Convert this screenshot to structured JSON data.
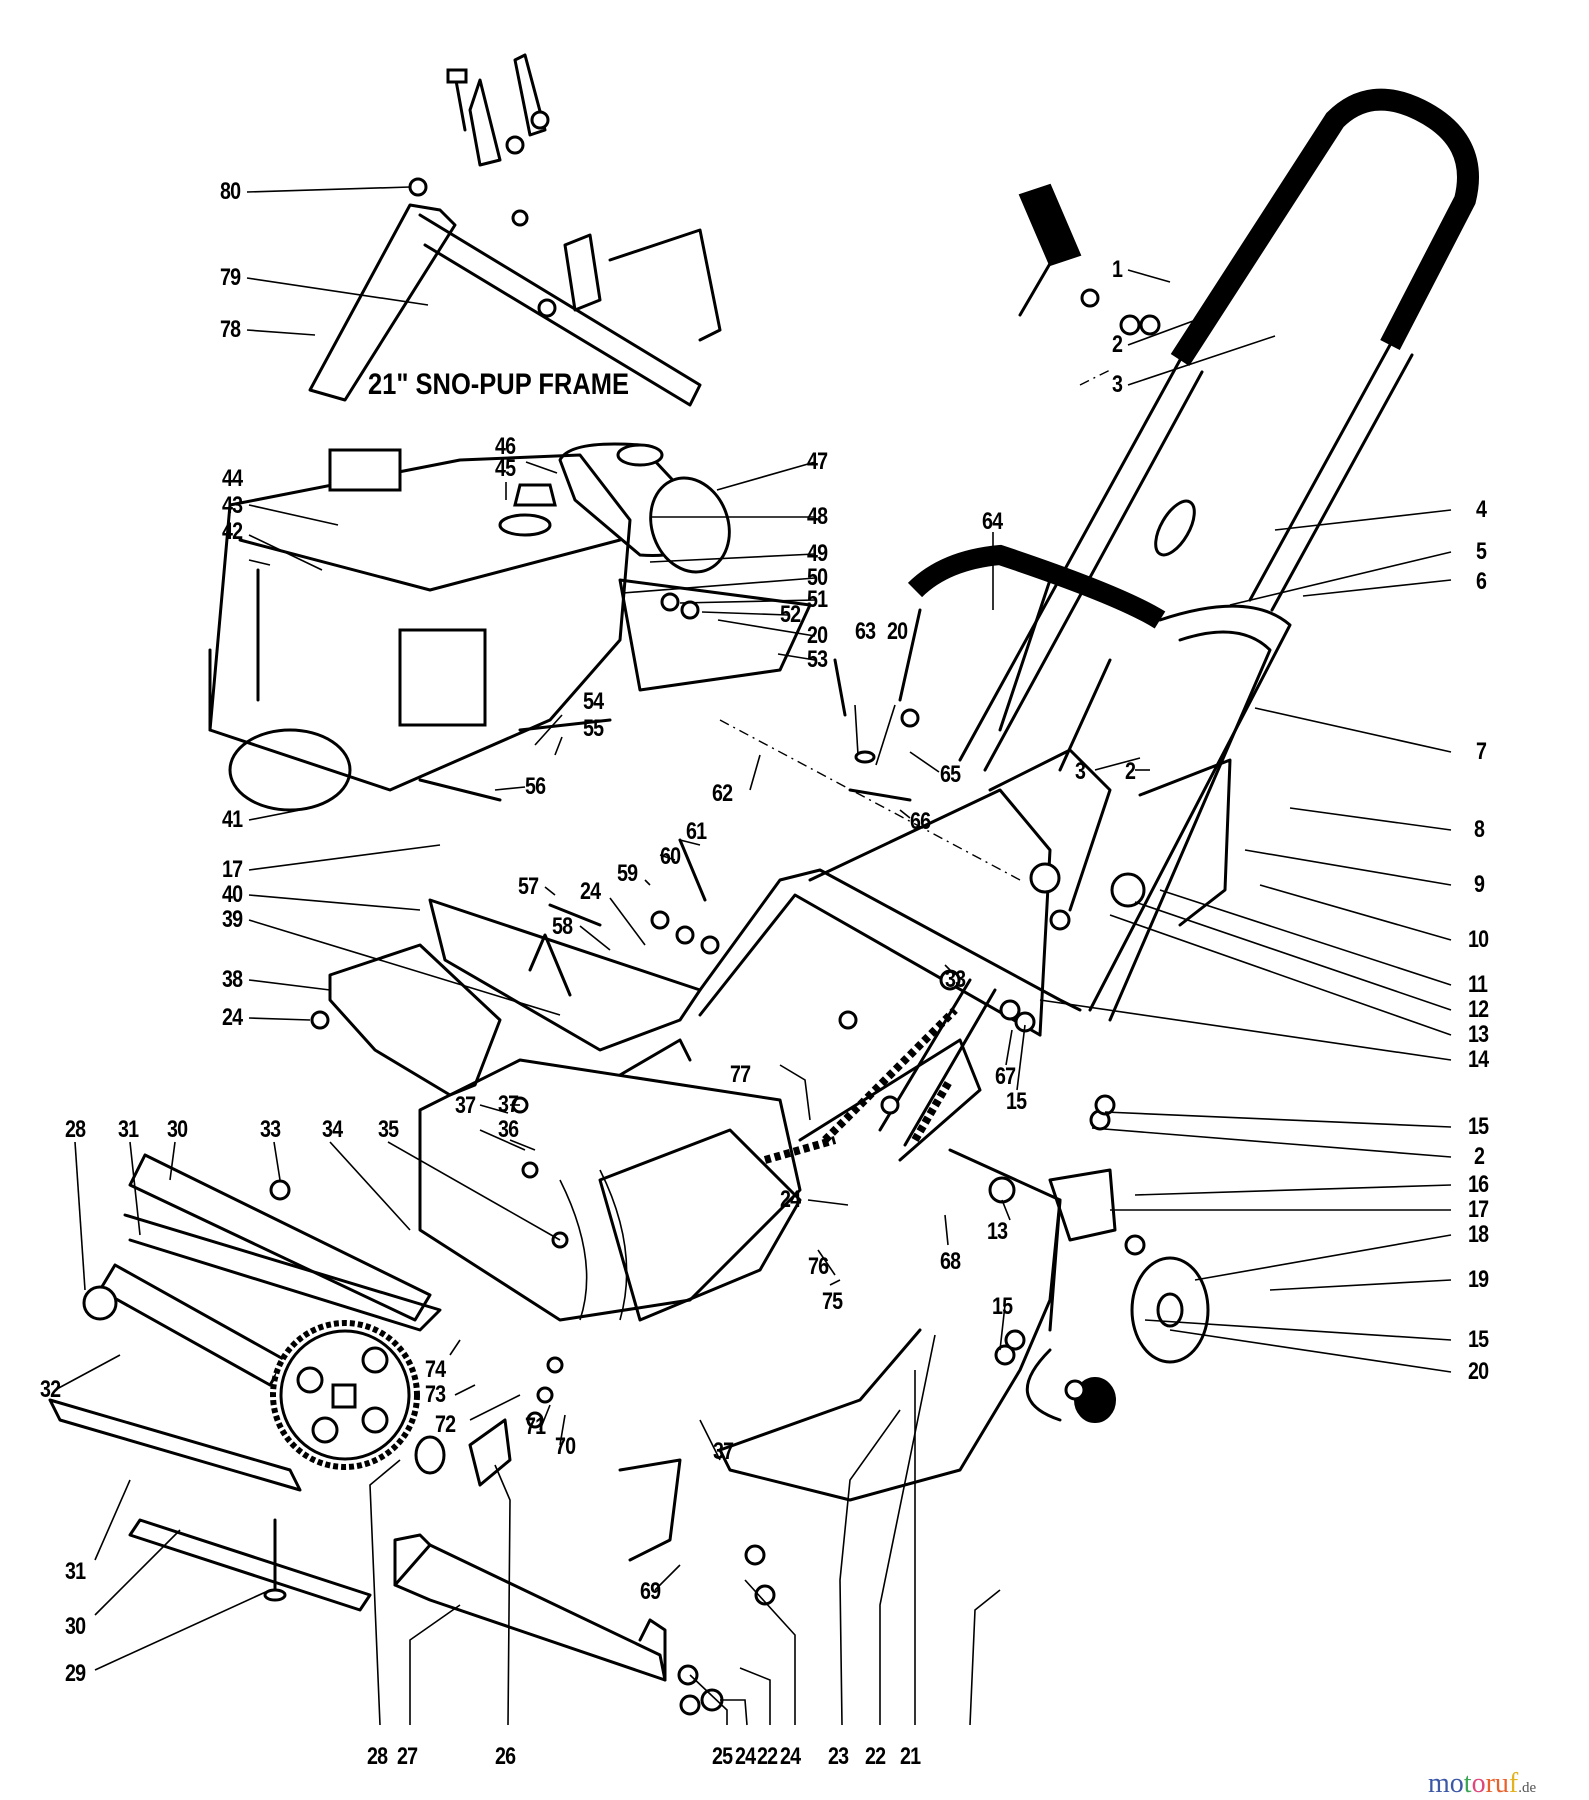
{
  "diagram": {
    "title": "21\" SNO-PUP FRAME",
    "labels": [
      {
        "id": "80",
        "text": "80"
      },
      {
        "id": "79",
        "text": "79"
      },
      {
        "id": "78",
        "text": "78"
      },
      {
        "id": "1",
        "text": "1"
      },
      {
        "id": "2a",
        "text": "2"
      },
      {
        "id": "3a",
        "text": "3"
      },
      {
        "id": "46",
        "text": "46"
      },
      {
        "id": "45",
        "text": "45"
      },
      {
        "id": "47",
        "text": "47"
      },
      {
        "id": "48",
        "text": "48"
      },
      {
        "id": "49",
        "text": "49"
      },
      {
        "id": "50",
        "text": "50"
      },
      {
        "id": "51",
        "text": "51"
      },
      {
        "id": "52",
        "text": "52"
      },
      {
        "id": "20a",
        "text": "20"
      },
      {
        "id": "53",
        "text": "53"
      },
      {
        "id": "44",
        "text": "44"
      },
      {
        "id": "43",
        "text": "43"
      },
      {
        "id": "42",
        "text": "42"
      },
      {
        "id": "4",
        "text": "4"
      },
      {
        "id": "5",
        "text": "5"
      },
      {
        "id": "6",
        "text": "6"
      },
      {
        "id": "64",
        "text": "64"
      },
      {
        "id": "63",
        "text": "63"
      },
      {
        "id": "20b",
        "text": "20"
      },
      {
        "id": "54",
        "text": "54"
      },
      {
        "id": "55",
        "text": "55"
      },
      {
        "id": "56",
        "text": "56"
      },
      {
        "id": "3b",
        "text": "3"
      },
      {
        "id": "2b",
        "text": "2"
      },
      {
        "id": "7",
        "text": "7"
      },
      {
        "id": "65",
        "text": "65"
      },
      {
        "id": "66",
        "text": "66"
      },
      {
        "id": "41",
        "text": "41"
      },
      {
        "id": "17a",
        "text": "17"
      },
      {
        "id": "62",
        "text": "62"
      },
      {
        "id": "61",
        "text": "61"
      },
      {
        "id": "60",
        "text": "60"
      },
      {
        "id": "59",
        "text": "59"
      },
      {
        "id": "57",
        "text": "57"
      },
      {
        "id": "24a",
        "text": "24"
      },
      {
        "id": "58",
        "text": "58"
      },
      {
        "id": "40",
        "text": "40"
      },
      {
        "id": "39",
        "text": "39"
      },
      {
        "id": "38",
        "text": "38"
      },
      {
        "id": "24b",
        "text": "24"
      },
      {
        "id": "8",
        "text": "8"
      },
      {
        "id": "9",
        "text": "9"
      },
      {
        "id": "10",
        "text": "10"
      },
      {
        "id": "11",
        "text": "11"
      },
      {
        "id": "12",
        "text": "12"
      },
      {
        "id": "13a",
        "text": "13"
      },
      {
        "id": "14",
        "text": "14"
      },
      {
        "id": "33a",
        "text": "33"
      },
      {
        "id": "67",
        "text": "67"
      },
      {
        "id": "15a",
        "text": "15"
      },
      {
        "id": "15b",
        "text": "15"
      },
      {
        "id": "2c",
        "text": "2"
      },
      {
        "id": "16",
        "text": "16"
      },
      {
        "id": "17b",
        "text": "17"
      },
      {
        "id": "18",
        "text": "18"
      },
      {
        "id": "19",
        "text": "19"
      },
      {
        "id": "15c",
        "text": "15"
      },
      {
        "id": "20c",
        "text": "20"
      },
      {
        "id": "77",
        "text": "77"
      },
      {
        "id": "37a",
        "text": "37"
      },
      {
        "id": "36",
        "text": "36"
      },
      {
        "id": "24c",
        "text": "24"
      },
      {
        "id": "13b",
        "text": "13"
      },
      {
        "id": "76",
        "text": "76"
      },
      {
        "id": "75",
        "text": "75"
      },
      {
        "id": "68",
        "text": "68"
      },
      {
        "id": "15d",
        "text": "15"
      },
      {
        "id": "28a",
        "text": "28"
      },
      {
        "id": "31a",
        "text": "31"
      },
      {
        "id": "30a",
        "text": "30"
      },
      {
        "id": "33b",
        "text": "33"
      },
      {
        "id": "34",
        "text": "34"
      },
      {
        "id": "35",
        "text": "35"
      },
      {
        "id": "37b",
        "text": "37"
      },
      {
        "id": "32",
        "text": "32"
      },
      {
        "id": "74",
        "text": "74"
      },
      {
        "id": "73",
        "text": "73"
      },
      {
        "id": "72",
        "text": "72"
      },
      {
        "id": "71",
        "text": "71"
      },
      {
        "id": "70",
        "text": "70"
      },
      {
        "id": "37c",
        "text": "37"
      },
      {
        "id": "31b",
        "text": "31"
      },
      {
        "id": "30b",
        "text": "30"
      },
      {
        "id": "29",
        "text": "29"
      },
      {
        "id": "69",
        "text": "69"
      },
      {
        "id": "28b",
        "text": "28"
      },
      {
        "id": "27",
        "text": "27"
      },
      {
        "id": "26",
        "text": "26"
      },
      {
        "id": "25",
        "text": "25"
      },
      {
        "id": "24d",
        "text": "24"
      },
      {
        "id": "22a",
        "text": "22"
      },
      {
        "id": "24e",
        "text": "24"
      },
      {
        "id": "23",
        "text": "23"
      },
      {
        "id": "22b",
        "text": "22"
      },
      {
        "id": "21",
        "text": "21"
      }
    ]
  },
  "watermark": {
    "letters": [
      "m",
      "o",
      "t",
      "o",
      "r",
      "u",
      "f"
    ],
    "colors": [
      "#3b57a6",
      "#3b57a6",
      "#3aa655",
      "#e0457b",
      "#e8612c",
      "#e8612c",
      "#e3b21e"
    ],
    "tld": ".de"
  }
}
